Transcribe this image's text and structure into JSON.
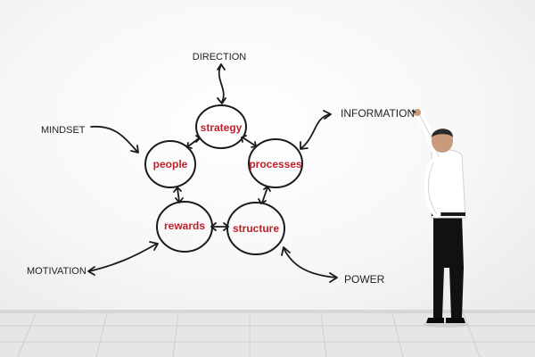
{
  "nodes": {
    "strategy": "strategy",
    "people": "people",
    "processes": "processes",
    "rewards": "rewards",
    "structure": "structure"
  },
  "outer_labels": {
    "direction": "DIRECTION",
    "information": "INFORMATION",
    "mindset": "MINDSET",
    "motivation": "MOTIVATION",
    "power": "POWER"
  },
  "colors": {
    "node_text": "#c0202a",
    "ink": "#1b1b1b",
    "shirt": "#ffffff",
    "trousers": "#111111"
  }
}
